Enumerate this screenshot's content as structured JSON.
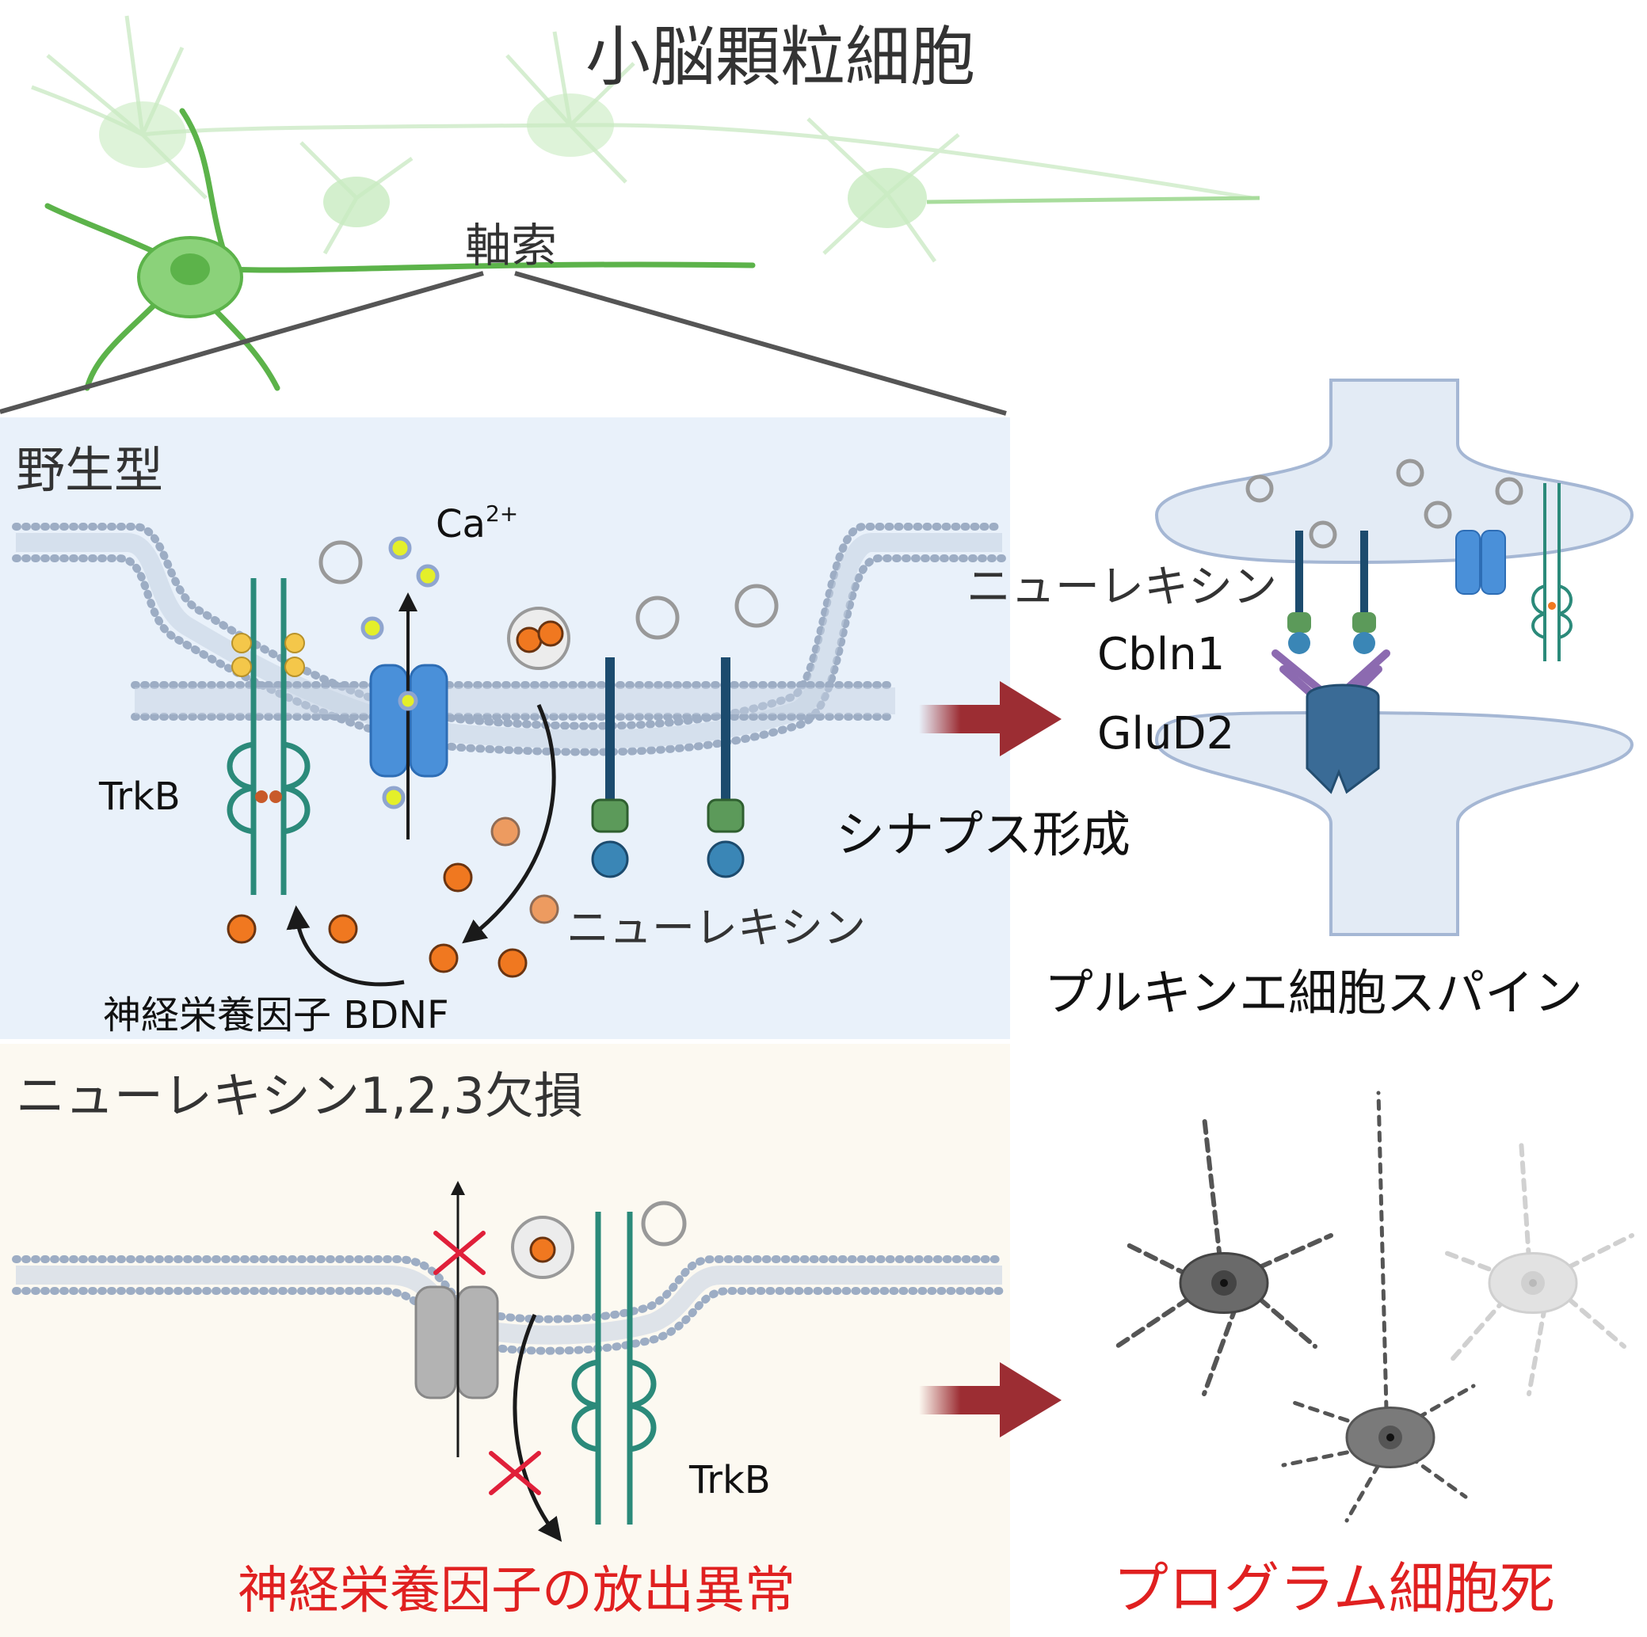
{
  "header": {
    "title": "小脳顆粒細胞",
    "axon_label": "軸索"
  },
  "wild_type": {
    "panel_title": "野生型",
    "ca_label": "Ca",
    "ca_superscript": "2+",
    "trkb_label": "TrkB",
    "neurexin_label": "ニューレキシン",
    "bdnf_label": "神経栄養因子 BDNF"
  },
  "synapse": {
    "neurexin_label": "ニューレキシン",
    "cbln1_label": "Cbln1",
    "glud2_label": "GluD2",
    "formation_label": "シナプス形成",
    "purkinje_label": "プルキンエ細胞スパイン"
  },
  "knockout": {
    "panel_title": "ニューレキシン1,2,3欠損",
    "trkb_label": "TrkB",
    "release_defect_label": "神経栄養因子の放出異常",
    "death_label": "プログラム細胞死"
  },
  "colors": {
    "wild_panel": "#e9f1fa",
    "ko_panel": "#fcf9f1",
    "membrane": "#9dadc4",
    "neuron_green": "#6abf5a",
    "arrow_red": "#9c2d33",
    "alert_red": "#e02020",
    "bdnf_orange": "#f07820",
    "trkb_teal": "#2b8a7a",
    "neurexin_navy": "#1c4b6e",
    "channel_blue": "#4a90d9"
  }
}
